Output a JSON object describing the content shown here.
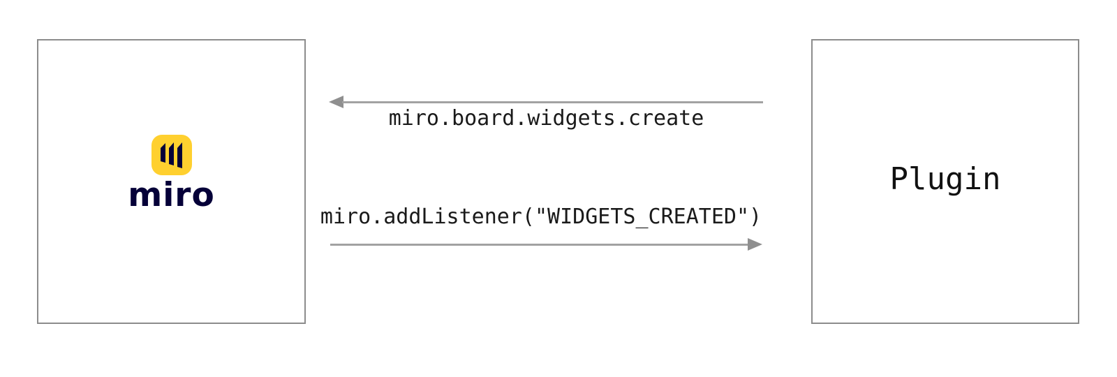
{
  "diagram_type": "sequence",
  "left_node": {
    "name": "miro",
    "logo_icon": "miro-logo-icon",
    "logo_text": "miro"
  },
  "right_node": {
    "label": "Plugin"
  },
  "messages": [
    {
      "label": "miro.board.widgets.create",
      "direction": "to-miro",
      "label_position": "below-line"
    },
    {
      "label": "miro.addListener(\"WIDGETS_CREATED\")",
      "direction": "to-plugin",
      "label_position": "above-line"
    }
  ],
  "colors": {
    "background": "#ffffff",
    "box_border": "#8c8c8c",
    "arrow_line": "#a2a2a2",
    "arrow_head": "#8f8f8f",
    "label_text": "#1a1a1a",
    "miro_yellow": "#FFD02F",
    "miro_navy": "#050038"
  }
}
